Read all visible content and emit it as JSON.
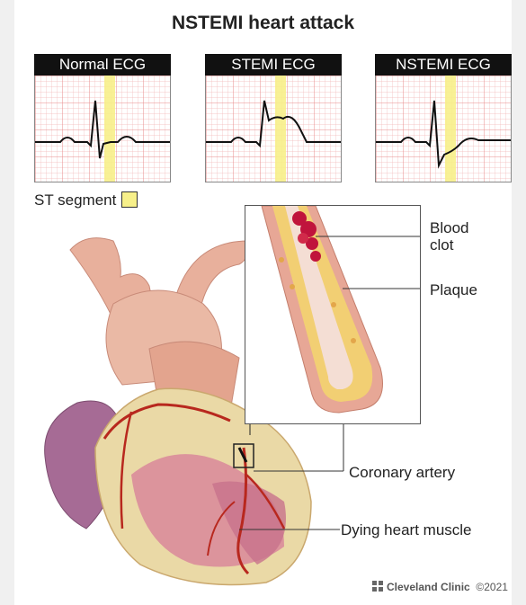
{
  "title": "NSTEMI heart attack",
  "ecg_panels": [
    {
      "label": "Normal ECG"
    },
    {
      "label": "STEMI ECG"
    },
    {
      "label": "NSTEMI ECG"
    }
  ],
  "legend": {
    "label": "ST segment",
    "color": "#f7f08a"
  },
  "callouts": {
    "blood_clot": [
      "Blood",
      "clot"
    ],
    "plaque": "Plaque",
    "coronary_artery": "Coronary artery",
    "dying_muscle": "Dying heart muscle"
  },
  "footer": {
    "brand": "Cleveland Clinic",
    "copyright": "©2021"
  },
  "colors": {
    "grid": "#f3b7b7",
    "st_band": "#f7f08a",
    "trace": "#111111"
  }
}
